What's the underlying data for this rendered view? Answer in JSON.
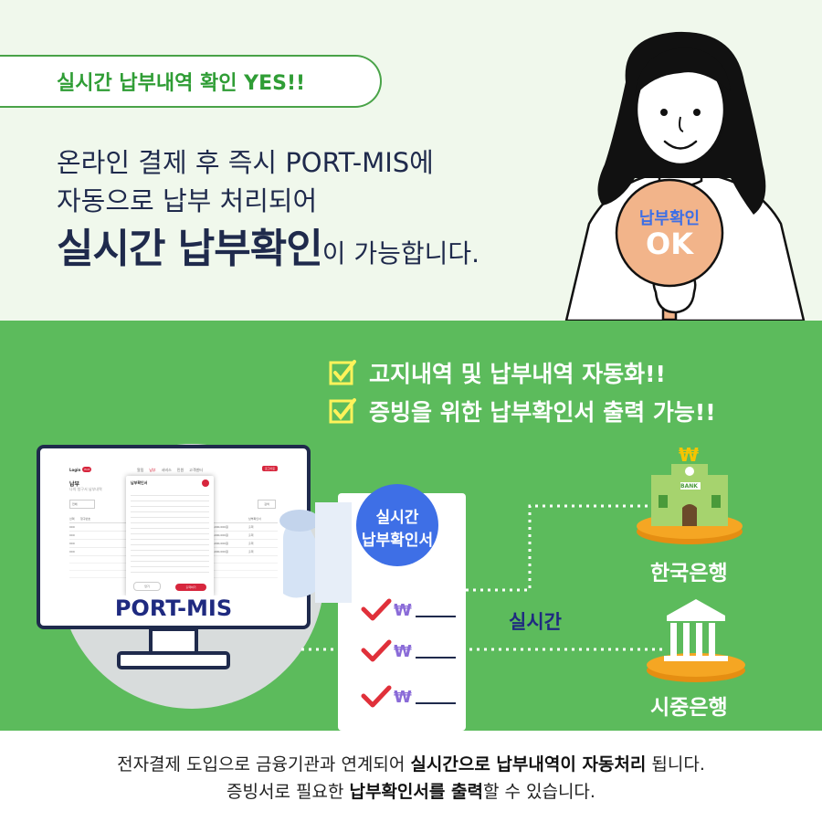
{
  "top": {
    "badge": "실시간 납부내역 확인 YES!!",
    "line1": "온라인 결제 후 즉시 PORT-MIS에",
    "line2": "자동으로 납부 처리되어",
    "line3_strong": "실시간 납부확인",
    "line3_rest": "이 가능합니다.",
    "sign_top": "납부확인",
    "sign_bottom": "OK"
  },
  "middle": {
    "check1": "고지내역  및 납부내역 자동화!!",
    "check2": "증빙을 위한 납부확인서 출력 가능!!",
    "monitor_label": "PORT-MIS",
    "doc_badge_line1": "실시간",
    "doc_badge_line2": "납부확인서",
    "won_symbol": "₩",
    "realtime_label": "실시간",
    "bank1": "한국은행",
    "bank2": "시중은행",
    "bank1_sign": "BANK",
    "bank1_top": "₩"
  },
  "screen": {
    "logo_text": "Login",
    "logo_badge": "Port",
    "nav": [
      "알림",
      "납부",
      "서비스",
      "민원",
      "고객센터"
    ],
    "login_btn": "로그아웃",
    "page_title": "납부",
    "breadcrumb": "나의 청구서 납부내역",
    "popup_title": "납부확인서",
    "popup_btn_left": "닫기",
    "popup_btn_right": "출력하기",
    "col_left": [
      "선택",
      "청구번호"
    ],
    "col_right": [
      "금액",
      "납부확인서"
    ],
    "row_ids": [
      "000",
      "000",
      "000",
      "000"
    ],
    "row_amounts": [
      "000,000,000원",
      "000,000,000원",
      "000,000,000원",
      "000,000,000원"
    ],
    "row_links": [
      "출력",
      "출력",
      "출력",
      "출력"
    ],
    "search_btn": "검색",
    "select_label": "전체"
  },
  "bottom": {
    "l1_a": "전자결제 도입으로 금융기관과 연계되어 ",
    "l1_b": "실시간으로 납부내역이 자동처리",
    "l1_c": " 됩니다.",
    "l2_a": "증빙서로 필요한 ",
    "l2_b": "납부확인서를  출력",
    "l2_c": "할 수 있습니다."
  },
  "colors": {
    "green_bg": "#5cbb5c",
    "top_bg": "#f0f8ec",
    "navy": "#1f2a80",
    "check_red": "#e0303a",
    "badge_blue": "#3e6fe6",
    "sign_orange": "#f2b48a",
    "bank_orange": "#f5a623"
  }
}
